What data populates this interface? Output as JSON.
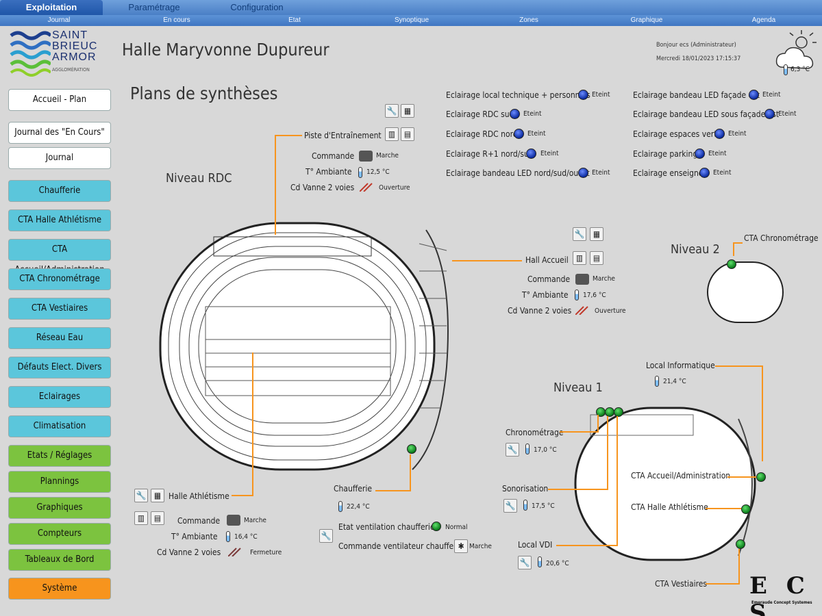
{
  "top_tabs": [
    {
      "label": "Exploitation",
      "active": true
    },
    {
      "label": "Paramétrage"
    },
    {
      "label": "Configuration"
    }
  ],
  "sub_tabs": [
    "Journal",
    "En cours",
    "Etat",
    "Synoptique",
    "Zones",
    "Graphique",
    "Agenda"
  ],
  "logo": {
    "lines": [
      "SAINT",
      "BRIEUC",
      "ARMOR"
    ],
    "sub": "AGGLOMÉRATION"
  },
  "header": {
    "title": "Halle Maryvonne Dupureur",
    "greeting": "Bonjour ecs (Administrateur)",
    "datetime": "Mercredi 18/01/2023 17:15:37",
    "weather_temp": "6,3 °C"
  },
  "page_title": "Plans de synthèses",
  "nav": [
    {
      "label": "Accueil - Plan",
      "color": "white"
    },
    {
      "label": "Journal des \"En Cours\"",
      "color": "white"
    },
    {
      "label": "Journal",
      "color": "white"
    },
    {
      "label": "Chaufferie",
      "color": "blue"
    },
    {
      "label": "CTA  Halle Athlétisme",
      "color": "blue"
    },
    {
      "label": "CTA  Accueil/Administration",
      "color": "blue"
    },
    {
      "label": "CTA  Chronométrage",
      "color": "blue"
    },
    {
      "label": "CTA Vestiaires",
      "color": "blue"
    },
    {
      "label": "Réseau  Eau",
      "color": "blue"
    },
    {
      "label": "Défauts Elect. Divers",
      "color": "blue"
    },
    {
      "label": "Eclairages",
      "color": "blue"
    },
    {
      "label": "Climatisation",
      "color": "blue"
    },
    {
      "label": "Etats / Réglages",
      "color": "green"
    },
    {
      "label": "Plannings",
      "color": "green"
    },
    {
      "label": "Graphiques",
      "color": "green"
    },
    {
      "label": "Compteurs",
      "color": "green"
    },
    {
      "label": "Tableaux de Bord",
      "color": "green"
    },
    {
      "label": "Système",
      "color": "orange"
    }
  ],
  "lighting_left": [
    {
      "label": "Eclairage local technique + personnels",
      "state": "Eteint"
    },
    {
      "label": "Eclairage RDC sud",
      "state": "Eteint"
    },
    {
      "label": "Eclairage RDC nord",
      "state": "Eteint"
    },
    {
      "label": "Eclairage R+1 nord/sud",
      "state": "Eteint"
    },
    {
      "label": "Eclairage bandeau LED nord/sud/ouest",
      "state": "Eteint"
    }
  ],
  "lighting_right": [
    {
      "label": "Eclairage bandeau LED façade est",
      "state": "Eteint"
    },
    {
      "label": "Eclairage bandeau LED sous façade est",
      "state": "Eteint"
    },
    {
      "label": "Eclairage espaces verts",
      "state": "Eteint"
    },
    {
      "label": "Eclairage parking",
      "state": "Eteint"
    },
    {
      "label": "Eclairage enseigne",
      "state": "Eteint"
    }
  ],
  "levels": {
    "rdc": "Niveau RDC",
    "n1": "Niveau 1",
    "n2": "Niveau 2"
  },
  "zones": {
    "piste": {
      "title": "Piste d'Entraînement",
      "cmd_label": "Commande",
      "cmd_val": "Marche",
      "temp_label": "T° Ambiante",
      "temp_val": "12,5  °C",
      "vanne_label": "Cd Vanne 2 voies",
      "vanne_val": "Ouverture"
    },
    "hall": {
      "title": "Hall Accueil",
      "cmd_label": "Commande",
      "cmd_val": "Marche",
      "temp_label": "T° Ambiante",
      "temp_val": "17,6  °C",
      "vanne_label": "Cd Vanne 2 voies",
      "vanne_val": "Ouverture"
    },
    "halle": {
      "title": "Halle Athlétisme",
      "cmd_label": "Commande",
      "cmd_val": "Marche",
      "temp_label": "T° Ambiante",
      "temp_val": "16,4  °C",
      "vanne_label": "Cd Vanne 2 voies",
      "vanne_val": "Fermeture"
    },
    "chaufferie": {
      "title": "Chaufferie",
      "temp_val": "22,4  °C",
      "vent_label": "Etat ventilation chaufferie",
      "vent_val": "Normal",
      "fan_label": "Commande ventilateur chaufferie",
      "fan_val": "Marche"
    }
  },
  "level1": {
    "local_info": {
      "title": "Local Informatique",
      "temp": "21,4  °C"
    },
    "chrono": {
      "title": "Chronométrage",
      "temp": "17,0 °C"
    },
    "sono": {
      "title": "Sonorisation",
      "temp": "17,5 °C"
    },
    "vdi": {
      "title": "Local VDI",
      "temp": "20,6 °C"
    },
    "cta_accueil": "CTA Accueil/Administration",
    "cta_halle": "CTA Halle Athlétisme",
    "cta_vest": "CTA Vestiaires"
  },
  "level2": {
    "cta_chrono": "CTA Chronométrage"
  },
  "brand": {
    "letters": "E C S",
    "sub": "Emeraude Concept Systemes"
  }
}
